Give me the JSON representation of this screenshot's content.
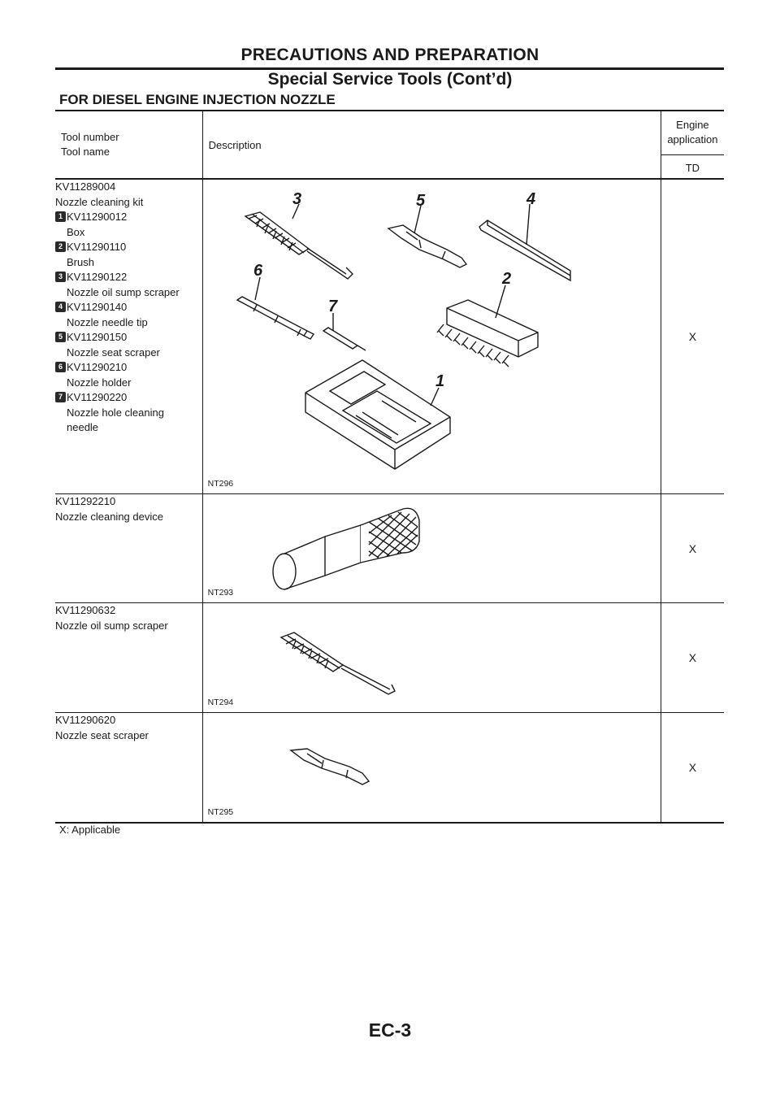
{
  "header": {
    "line1": "PRECAUTIONS AND PREPARATION",
    "line2": "Special Service Tools (Cont’d)"
  },
  "section_title": "FOR DIESEL ENGINE INJECTION NOZZLE",
  "table": {
    "col1_line1": "Tool number",
    "col1_line2": "Tool name",
    "col2": "Description",
    "col3_line1": "Engine",
    "col3_line2": "application",
    "col3_sub": "TD",
    "rows": [
      {
        "number": "KV11289004",
        "name": "Nozzle cleaning kit",
        "parts": [
          {
            "idx": "1",
            "number": "KV11290012",
            "name": "Box"
          },
          {
            "idx": "2",
            "number": "KV11290110",
            "name": "Brush"
          },
          {
            "idx": "3",
            "number": "KV11290122",
            "name": "Nozzle oil sump scraper"
          },
          {
            "idx": "4",
            "number": "KV11290140",
            "name": "Nozzle needle tip"
          },
          {
            "idx": "5",
            "number": "KV11290150",
            "name": "Nozzle seat scraper"
          },
          {
            "idx": "6",
            "number": "KV11290210",
            "name": "Nozzle holder"
          },
          {
            "idx": "7",
            "number": "KV11290220",
            "name": "Nozzle hole cleaning",
            "name2": "needle"
          }
        ],
        "figure": "NT296",
        "applicability": "X"
      },
      {
        "number": "KV11292210",
        "name": "Nozzle cleaning device",
        "figure": "NT293",
        "applicability": "X"
      },
      {
        "number": "KV11290632",
        "name": "Nozzle oil sump scraper",
        "figure": "NT294",
        "applicability": "X"
      },
      {
        "number": "KV11290620",
        "name": "Nozzle seat scraper",
        "figure": "NT295",
        "applicability": "X"
      }
    ]
  },
  "footnote": "X: Applicable",
  "page_number": "EC-3"
}
